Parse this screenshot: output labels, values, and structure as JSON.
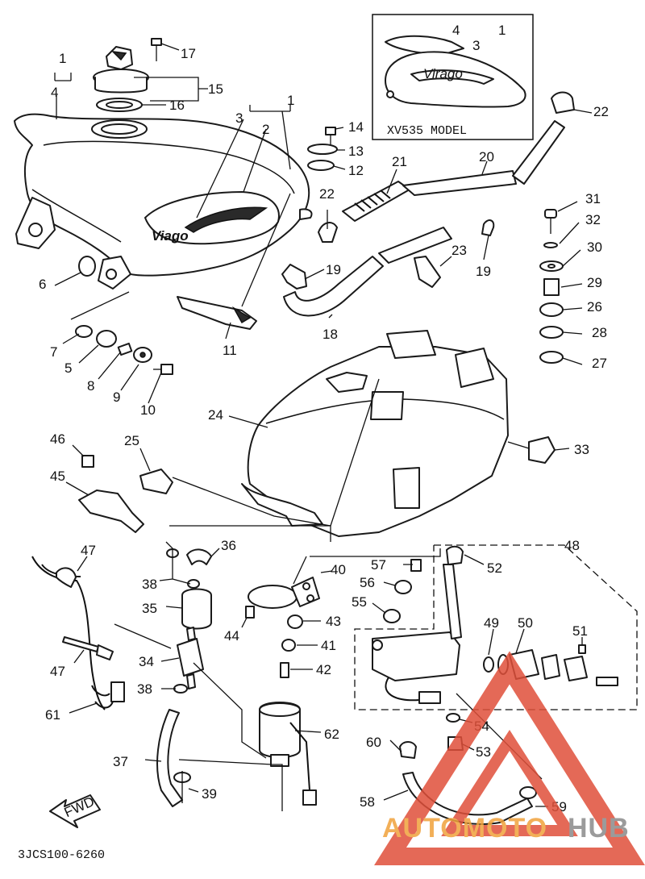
{
  "diagram": {
    "code": "3JCS100-6260",
    "inset_label": "XV535 MODEL",
    "fwd_label": "FWD",
    "callouts": {
      "c1a": "1",
      "c4a": "4",
      "c17": "17",
      "c15": "15",
      "c16": "16",
      "c3a": "3",
      "c2": "2",
      "c1b": "1",
      "c4b": "4",
      "c1c": "1",
      "c3b": "3",
      "c14": "14",
      "c13": "13",
      "c12": "12",
      "c21": "21",
      "c20": "20",
      "c22a": "22",
      "c22b": "22",
      "c6": "6",
      "c19a": "19",
      "c23": "23",
      "c19b": "19",
      "c31": "31",
      "c32": "32",
      "c30": "30",
      "c29": "29",
      "c26": "26",
      "c28": "28",
      "c27": "27",
      "c7": "7",
      "c5": "5",
      "c8": "8",
      "c9": "9",
      "c10": "10",
      "c11": "11",
      "c18": "18",
      "c24": "24",
      "c46": "46",
      "c25": "25",
      "c45": "45",
      "c33": "33",
      "c47a": "47",
      "c36": "36",
      "c38a": "38",
      "c40": "40",
      "c57": "57",
      "c48": "48",
      "c52": "52",
      "c35": "35",
      "c44": "44",
      "c43": "43",
      "c56": "56",
      "c55": "55",
      "c49": "49",
      "c50": "50",
      "c51": "51",
      "c41": "41",
      "c47b": "47",
      "c34": "34",
      "c42": "42",
      "c38b": "38",
      "c54": "54",
      "c61": "61",
      "c62": "62",
      "c60": "60",
      "c53": "53",
      "c37": "37",
      "c39": "39",
      "c58": "58",
      "c59": "59"
    }
  },
  "watermark": {
    "brand_a": "AUTOMOTO",
    "brand_b": "HUB"
  },
  "colors": {
    "line": "#1a1a1a",
    "wm_red": "#e0503a",
    "wm_orange": "#f0a23c",
    "wm_gray": "#8a8a8a"
  }
}
